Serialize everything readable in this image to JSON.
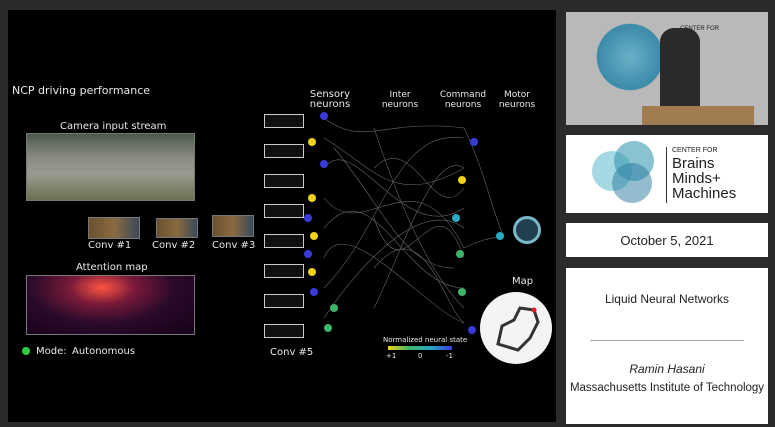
{
  "slide": {
    "title": "NCP driving performance",
    "camera_label": "Camera input stream",
    "attention_label": "Attention map",
    "mode_label": "Mode:",
    "mode_value": "Autonomous",
    "conv_labels": [
      "Conv #1",
      "Conv #2",
      "Conv #3",
      "Conv #5"
    ],
    "columns": {
      "sensory": "Sensory neurons",
      "inter": "Inter neurons",
      "command": "Command neurons",
      "motor": "Motor neurons"
    },
    "map_label": "Map",
    "legend": {
      "title": "Normalized neural state",
      "ticks": [
        "+1",
        "0",
        "-1"
      ]
    },
    "colors": {
      "mode_dot": "#2ecc40",
      "yellow": "#f2d21b",
      "blue": "#3a3ad8",
      "green": "#3fb36a",
      "cyan": "#28a9c4"
    }
  },
  "sidebar": {
    "logo_lines": [
      "CENTER FOR",
      "Brains",
      "Minds+",
      "Machines"
    ],
    "date": "October 5, 2021",
    "talk_title": "Liquid Neural Networks",
    "speaker": "Ramin Hasani",
    "affiliation": "Massachusetts Institute of Technology"
  }
}
